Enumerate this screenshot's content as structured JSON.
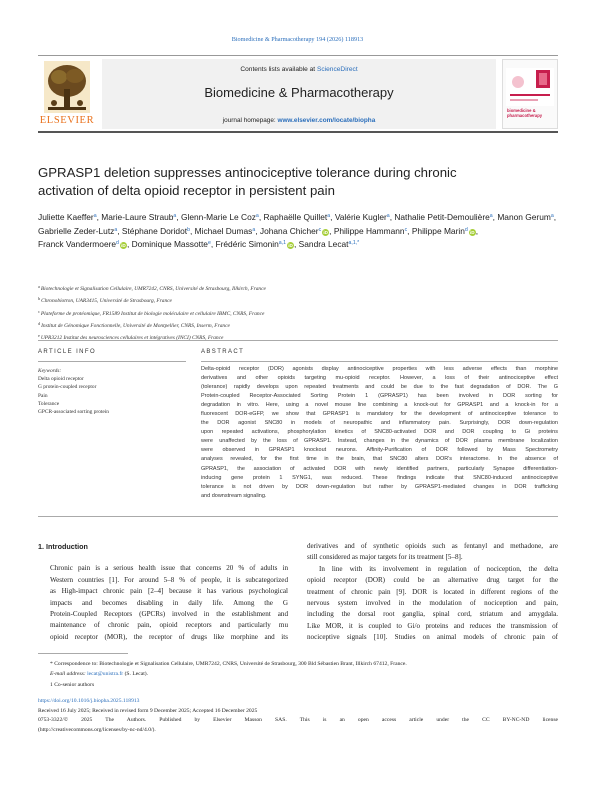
{
  "running_head": "Biomedicine & Pharmacotherapy 194 (2026) 118913",
  "masthead": {
    "contents_prefix": "Contents lists available at",
    "contents_link": "ScienceDirect",
    "journal_name": "Biomedicine & Pharmacotherapy",
    "homepage_prefix": "journal homepage:",
    "homepage_link": "www.elsevier.com/locate/biopha",
    "publisher": "ELSEVIER",
    "cover_title": "biomedicine & pharmacotherapy"
  },
  "article": {
    "title_line1": "GPRASP1 deletion suppresses antinociceptive tolerance during chronic",
    "title_line2": "activation of delta opioid receptor in persistent pain"
  },
  "authors": [
    {
      "name": "Juliette Kaeffer",
      "sup": "a",
      "orcid": false
    },
    {
      "name": "Marie-Laure Straub",
      "sup": "a",
      "orcid": false
    },
    {
      "name": "Glenn-Marie Le Coz",
      "sup": "a",
      "orcid": false
    },
    {
      "name": "Raphaëlle Quillet",
      "sup": "a",
      "orcid": false
    },
    {
      "name": "Valérie Kugler",
      "sup": "a",
      "orcid": false
    },
    {
      "name": "Nathalie Petit-Demoulière",
      "sup": "a",
      "orcid": false
    },
    {
      "name": "Manon Gerum",
      "sup": "a",
      "orcid": false
    },
    {
      "name": "Gabrielle Zeder-Lutz",
      "sup": "a",
      "orcid": false
    },
    {
      "name": "Stéphane Doridot",
      "sup": "b",
      "orcid": false
    },
    {
      "name": "Michael Dumas",
      "sup": "a",
      "orcid": false
    },
    {
      "name": "Johana Chicher",
      "sup": "c",
      "orcid": true
    },
    {
      "name": "Philippe Hammann",
      "sup": "c",
      "orcid": false
    },
    {
      "name": "Philippe Marin",
      "sup": "d",
      "orcid": true
    },
    {
      "name": "Franck Vandermoere",
      "sup": "d",
      "orcid": true
    },
    {
      "name": "Dominique Massotte",
      "sup": "e",
      "orcid": false
    },
    {
      "name": "Frédéric Simonin",
      "sup": "a,1",
      "orcid": true
    },
    {
      "name": "Sandra Lecat",
      "sup": "a,1,*",
      "orcid": false
    }
  ],
  "affiliations": [
    {
      "sup": "a",
      "text": "Biotechnologie et Signalisation Cellulaire, UMR7242, CNRS, Université de Strasbourg, Illkirch, France"
    },
    {
      "sup": "b",
      "text": "Chronobiotron, UAR3415, Université de Strasbourg, France"
    },
    {
      "sup": "c",
      "text": "Plateforme de protéomique, FR1589 Institut de biologie moléculaire et cellulaire IBMC, CNRS, France"
    },
    {
      "sup": "d",
      "text": "Institut de Génomique Fonctionnelle, Université de Montpellier, CNRS, Inserm, France"
    },
    {
      "sup": "e",
      "text": "UPR3212 Institut des neurosciences cellulaires et intégratives (INCI) CNRS, France"
    }
  ],
  "article_info": {
    "heading": "ARTICLE INFO",
    "keywords_heading": "Keywords:",
    "keywords": [
      "Delta opioid receptor",
      "G protein-coupled receptor",
      "Pain",
      "Tolerance",
      "GPCR-associated sorting protein"
    ]
  },
  "abstract": {
    "heading": "ABSTRACT",
    "lines": [
      "Delta-opioid receptor (DOR) agonists display antinociceptive properties with less adverse effects than morphine",
      "derivatives and other opioids targeting mu-opioid receptor. However, a loss of their antinociceptive effect",
      "(tolerance) rapidly develops upon repeated treatments and could be due to the fast degradation of DOR. The G",
      "Protein-coupled Receptor-Associated Sorting Protein 1 (GPRASP1) has been involved in DOR sorting for",
      "degradation in vitro. Here, using a novel mouse line combining a knock-out for GPRASP1 and a knock-in for a",
      "fluorescent DOR-eGFP, we show that GPRASP1 is mandatory for the development of antinociceptive tolerance to",
      "the DOR agonist SNC80 in models of neuropathic and inflammatory pain. Surprisingly, DOR down-regulation",
      "upon repeated activations, phosphorylation kinetics of SNC80-activated DOR and DOR coupling to Gi proteins",
      "were unaffected by the loss of GPRASP1. Instead, changes in the dynamics of DOR plasma membrane localization",
      "were observed in GPRASP1 knockout neurons. Affinity-Purification of DOR followed by Mass Spectrometry",
      "analyses revealed, for the first time in the brain, that SNC80 alters DOR's interactome. In the absence of",
      "GPRASP1, the association of activated DOR with newly identified partners, particularly Synapse differentiation-",
      "inducing gene protein 1 SYNG1, was reduced. These findings indicate that SNC80-induced antinociceptive",
      "tolerance is not driven by DOR down-regulation but rather by GPRASP1-mediated changes in DOR trafficking",
      "and downstream signaling."
    ]
  },
  "intro": {
    "heading": "1.   Introduction",
    "left_lines": [
      "Chronic pain is a serious health issue that concerns 20 % of adults in",
      "Western countries [1]. For around 5–8 % of people, it is subcategorized",
      "as High-impact chronic pain [2–4] because it has various psychological",
      "impacts and becomes disabling in daily life. Among the G",
      "Protein-Coupled Receptors (GPCRs) involved in the establishment and",
      "maintenance of chronic pain, opioid receptors and particularly mu",
      "opioid receptor (MOR), the receptor of drugs like morphine and its"
    ],
    "right_lines": [
      "derivatives and of synthetic opioids such as fentanyl and methadone, are",
      "still considered as major targets for its treatment [5–8].",
      "In line with its involvement in regulation of nociception, the delta",
      "opioid receptor (DOR) could be an alternative drug target for the",
      "treatment of chronic pain [9]. DOR is located in different regions of the",
      "nervous system involved in the modulation of nociception and pain,",
      "including the dorsal root ganglia, spinal cord, striatum and amygdala.",
      "Like MOR, it is coupled to Gi/o proteins and reduces the transmission of",
      "nociceptive signals [10]. Studies on animal models of chronic pain of"
    ]
  },
  "footnotes": {
    "correspondence": "* Correspondence to: Biotechnologie et Signalisation Cellulaire, UMR7242, CNRS, Université de Strasbourg, 300 Bld Sébastien Brant, Illkirch 67412, France.",
    "email_label": "E-mail address:",
    "email": "lecat@unistra.fr",
    "email_suffix": "(S. Lecat).",
    "cofirst": "1 Co-senior authors"
  },
  "publication": {
    "doi": "https://doi.org/10.1016/j.biopha.2025.118913",
    "history": "Received 16 July 2025; Received in revised form 9 December 2025; Accepted 16 December 2025",
    "license_line1": "0753-3322/© 2025 The Authors. Published by Elsevier Masson SAS. This is an open access article under the CC BY-NC-ND license",
    "license_line2": "(http://creativecommons.org/licenses/by-nc-nd/4.0/)."
  },
  "colors": {
    "link": "#2a6ebb",
    "elsevier_orange": "#e9711c",
    "orcid_green": "#a6ce39"
  }
}
